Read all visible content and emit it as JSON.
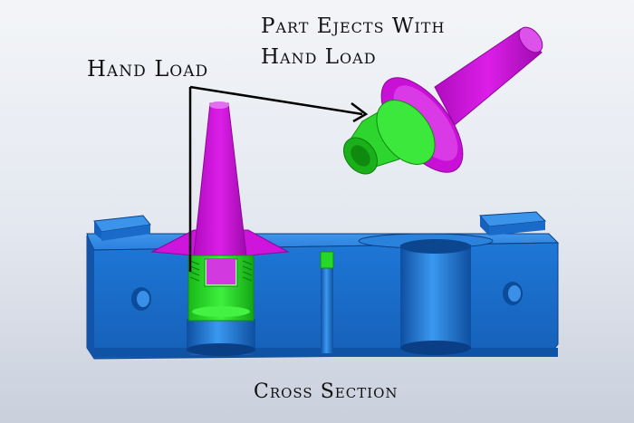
{
  "labels": {
    "hand_load": "Hand Load",
    "eject_line1": "Part Ejects With",
    "eject_line2": "Hand Load",
    "cross_section": "Cross Section"
  },
  "colors": {
    "mold_blue": "#1e6fcf",
    "insert_green": "#27d927",
    "part_magenta": "#c40fd0",
    "arrow": "#000000"
  }
}
